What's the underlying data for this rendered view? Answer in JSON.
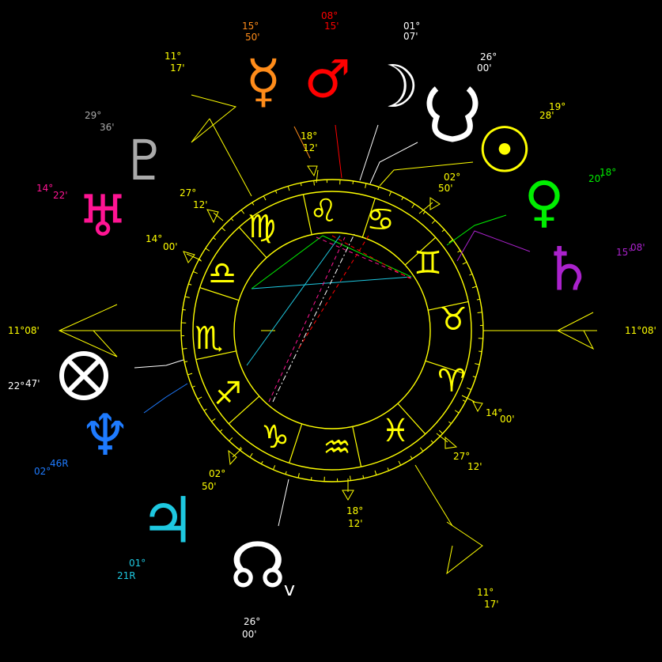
{
  "colors": {
    "background": "#000000",
    "wheel": "#ffff00",
    "grey": "#aaaaaa",
    "white": "#ffffff"
  },
  "axes": {
    "asc": {
      "deg": "11°",
      "min": "08'",
      "text": "11°08'"
    },
    "dsc": {
      "deg": "11°",
      "min": "08'",
      "text": "11°08'"
    },
    "mc": {
      "deg": "11°",
      "min": "17'"
    },
    "ic": {
      "deg": "11°",
      "min": "17'"
    }
  },
  "signs": [
    {
      "name": "Aries",
      "glyph": "♈"
    },
    {
      "name": "Taurus",
      "glyph": "♉"
    },
    {
      "name": "Gemini",
      "glyph": "♊"
    },
    {
      "name": "Cancer",
      "glyph": "♋"
    },
    {
      "name": "Leo",
      "glyph": "♌"
    },
    {
      "name": "Virgo",
      "glyph": "♍"
    },
    {
      "name": "Libra",
      "glyph": "♎"
    },
    {
      "name": "Scorpio",
      "glyph": "♏"
    },
    {
      "name": "Sagittarius",
      "glyph": "♐"
    },
    {
      "name": "Capricorn",
      "glyph": "♑"
    },
    {
      "name": "Aquarius",
      "glyph": "♒"
    },
    {
      "name": "Pisces",
      "glyph": "♓"
    }
  ],
  "cusps": [
    {
      "id": "cusp-leo",
      "deg": "18°",
      "min": "12'"
    },
    {
      "id": "cusp-cancer",
      "deg": "02°",
      "min": "50'"
    },
    {
      "id": "cusp-pisces",
      "deg": "14°",
      "min": "00'"
    },
    {
      "id": "cusp-pisces-2",
      "deg": "27°",
      "min": "12'"
    },
    {
      "id": "cusp-aquarius",
      "deg": "18°",
      "min": "12'"
    },
    {
      "id": "cusp-sagittarius",
      "deg": "02°",
      "min": "50'"
    },
    {
      "id": "cusp-libra",
      "deg": "14°",
      "min": "00'"
    },
    {
      "id": "cusp-virgo",
      "deg": "27°",
      "min": "12'"
    }
  ],
  "planets": [
    {
      "name": "mercury",
      "glyph": "☿",
      "color": "#ff8c1a",
      "deg": "15°",
      "min": "50'"
    },
    {
      "name": "mars",
      "glyph": "♂",
      "color": "#ff0000",
      "deg": "08°",
      "min": "15'"
    },
    {
      "name": "moon",
      "glyph": "☽",
      "color": "#ffffff",
      "deg": "01°",
      "min": "07'"
    },
    {
      "name": "lilith",
      "glyph": "",
      "color": "#ffffff",
      "deg": "26°",
      "min": "00'"
    },
    {
      "name": "sun",
      "glyph": "☉",
      "color": "#ffff00",
      "deg": "19°",
      "min": "28'"
    },
    {
      "name": "venus",
      "glyph": "♀",
      "color": "#00ee00",
      "deg": "18°",
      "min": "20'"
    },
    {
      "name": "saturn",
      "glyph": "♄",
      "color": "#aa22cc",
      "deg": "15°",
      "min": "08'"
    },
    {
      "name": "pluto",
      "glyph": "♇",
      "color": "#aaaaaa",
      "deg": "29°",
      "min": "36'"
    },
    {
      "name": "uranus",
      "glyph": "♅",
      "color": "#ff1493",
      "deg": "14°",
      "min": "22'"
    },
    {
      "name": "fortune",
      "glyph": "⊗",
      "color": "#ffffff",
      "deg": "22°",
      "min": "47'"
    },
    {
      "name": "neptune",
      "glyph": "♆",
      "color": "#1e7bff",
      "deg": "02°",
      "min": "46R"
    },
    {
      "name": "jupiter",
      "glyph": "♃",
      "color": "#1ec8e0",
      "deg": "01°",
      "min": "21R"
    },
    {
      "name": "node",
      "glyph": "☊",
      "color": "#ffffff",
      "deg": "26°",
      "min": "00'",
      "suffix": "v"
    }
  ]
}
